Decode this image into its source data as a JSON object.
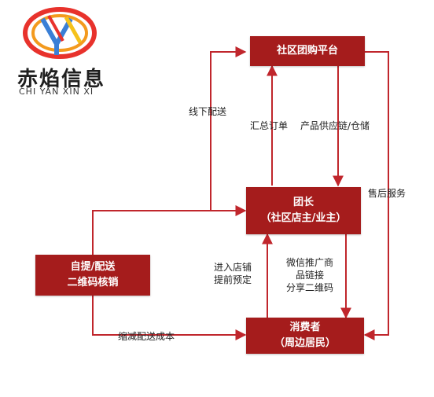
{
  "brand": {
    "name_cn": "赤焰信息",
    "name_en": "CHI YAN XIN XI"
  },
  "colors": {
    "node_fill": "#a51c1c",
    "arrow": "#c0262c",
    "text": "#222222"
  },
  "nodes": {
    "platform": {
      "line1": "社区团购平台"
    },
    "leader": {
      "line1": "团长",
      "line2": "（社区店主/业主）"
    },
    "pickup": {
      "line1": "自提/配送",
      "line2": "二维码核销"
    },
    "consumer": {
      "line1": "消费者",
      "line2": "（周边居民）"
    }
  },
  "edges": {
    "offline_delivery": "线下配送",
    "summary_orders": "汇总订单",
    "supply_chain": "产品供应链/仓储",
    "after_sales": "售后服务",
    "enter_store": {
      "line1": "进入店铺",
      "line2": "提前预定"
    },
    "wechat_promo": {
      "line1": "微信推广商",
      "line2": "品链接",
      "line3": "分享二维码"
    },
    "reduce_cost": "缩减配送成本"
  }
}
